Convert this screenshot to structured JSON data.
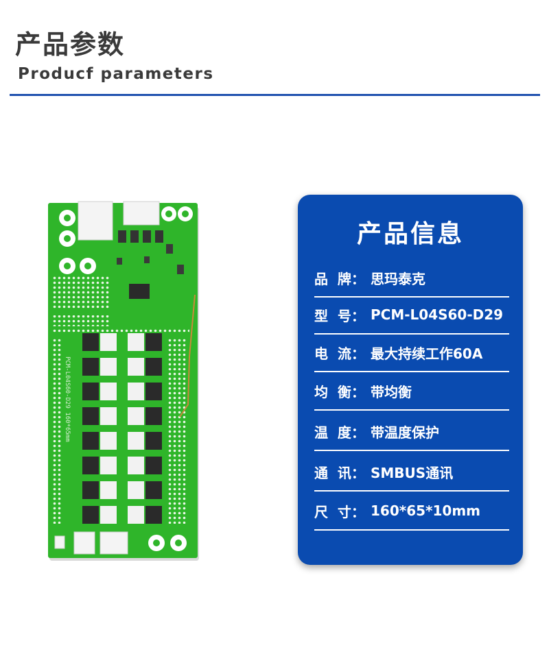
{
  "header": {
    "title_zh": "产品参数",
    "title_en": "Producf  parameters"
  },
  "board": {
    "silkscreen": "PCM-L04S60-D29  160*65mm"
  },
  "info_panel": {
    "title": "产品信息",
    "rows": [
      {
        "label": "品  牌：",
        "value": "思玛泰克"
      },
      {
        "label": "型  号：",
        "value": "PCM-L04S60-D29"
      },
      {
        "label": "电  流：",
        "value": "最大持续工作60A"
      },
      {
        "label": "均  衡：",
        "value": "带均衡"
      },
      {
        "label": "温  度：",
        "value": "带温度保护"
      },
      {
        "label": "通  讯：",
        "value": "SMBUS通讯"
      },
      {
        "label": "尺  寸：",
        "value": "160*65*10mm"
      }
    ]
  },
  "colors": {
    "accent": "#1d4fae",
    "panel_bg": "#0a4bb0",
    "pcb_green": "#2fb52a",
    "heading_text": "#3a3a3a"
  }
}
